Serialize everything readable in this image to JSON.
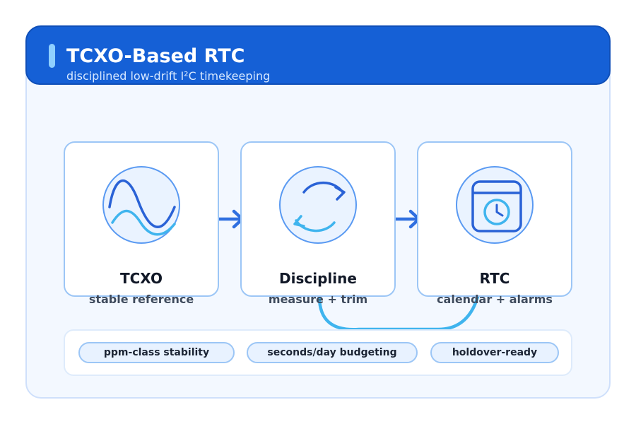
{
  "header": {
    "title": "TCXO-Based RTC",
    "subtitle": "disciplined low-drift I²C timekeeping"
  },
  "stages": [
    {
      "title": "TCXO",
      "subtitle": "stable reference",
      "icon": "sine-wave-icon"
    },
    {
      "title": "Discipline",
      "subtitle": "measure + trim",
      "icon": "refresh-cycle-icon"
    },
    {
      "title": "RTC",
      "subtitle": "calendar + alarms",
      "icon": "calendar-clock-icon"
    }
  ],
  "features": [
    "ppm-class stability",
    "seconds/day budgeting",
    "holdover-ready"
  ],
  "colors": {
    "header": "#1560d6",
    "accent": "#8fd0ff",
    "arrow": "#2f6fe0",
    "feedback": "#3fb4ee",
    "card_border": "#9cc6f6"
  }
}
